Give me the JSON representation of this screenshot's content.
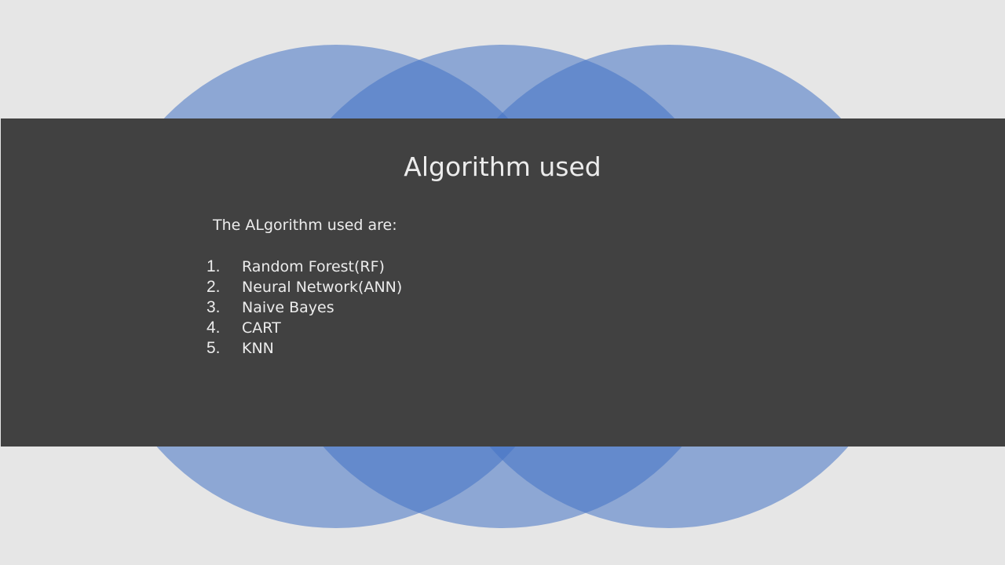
{
  "slide": {
    "title": "Algorithm used",
    "intro": "The ALgorithm used are:",
    "items": [
      {
        "number": "1.",
        "label": "Random Forest(RF)"
      },
      {
        "number": "2.",
        "label": "Neural Network(ANN)"
      },
      {
        "number": "3.",
        "label": "Naive Bayes"
      },
      {
        "number": "4.",
        "label": "CART"
      },
      {
        "number": "5.",
        "label": "KNN"
      }
    ]
  },
  "colors": {
    "background": "#e6e6e6",
    "band": "#414141",
    "circle_fill": "#4472c4",
    "text": "#ececec"
  }
}
